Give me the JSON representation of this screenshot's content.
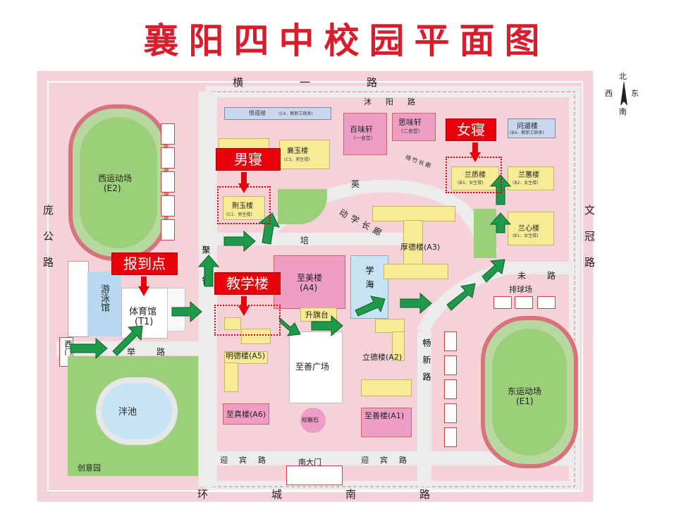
{
  "title": "襄阳四中校园平面图",
  "compass": {
    "north": "北",
    "west": "西",
    "east": "东",
    "south": "南"
  },
  "roads": {
    "top": "横一路",
    "left": "庞公路",
    "right": "文冠路",
    "bottom": "环城南路",
    "muyang": "沐阳路",
    "ying": "英",
    "ju": "举路",
    "ju_side": "聚",
    "pei": "培",
    "dongxue": "动学长廊",
    "chang": "畅新路",
    "wei": "未路",
    "yingbin_left": "迎宾路",
    "yingbin_right": "迎宾路",
    "kuzhu": "绮竹长廊",
    "wei_side": "智"
  },
  "buildings": {
    "west_field": {
      "name": "西运动场",
      "code": "(E2)"
    },
    "east_field": {
      "name": "东运动场",
      "code": "(E1)"
    },
    "swimming": "游泳馆",
    "gym": {
      "name": "体育馆",
      "code": "(T1)"
    },
    "pond": "泮池",
    "chuangyi": "创意园",
    "west_gate": "西门",
    "south_gate": "南大门",
    "xiaohui": "校徽石",
    "jingyuan": {
      "name": "憬遁楼",
      "sub": "(C4、教职工宿舍)"
    },
    "xiangyu": {
      "name": "襄玉楼",
      "sub": "(C3、男生楼)"
    },
    "jingyu": {
      "name": "荆玉楼",
      "sub": "(C1、男生楼)"
    },
    "baiwei": {
      "name": "百味轩",
      "sub": "(一食堂)"
    },
    "siwei": {
      "name": "思味轩",
      "sub": "(二食堂)"
    },
    "wendao": {
      "name": "问道楼",
      "sub": "(B4、教职工宿舍)"
    },
    "lanzhi": {
      "name": "兰质楼",
      "sub": "(B3、女生楼)"
    },
    "lanhui": {
      "name": "兰蕙楼",
      "sub": "(B2、女生楼)"
    },
    "lanxin": {
      "name": "兰心楼",
      "sub": "(B1、女生楼)"
    },
    "zhimei": {
      "name": "至美楼",
      "code": "(A4)"
    },
    "xuehai": "学海",
    "houde": "厚德楼(A3)",
    "shengqi": "升旗台",
    "zhishan_sq": "至善广场",
    "mingde": "明德楼(A5)",
    "zhizhen": "至真楼(A6)",
    "lide": "立德楼(A2)",
    "zhishan": "至善楼(A1)",
    "paiqiu": "排球场"
  },
  "callouts": {
    "registration": "报到点",
    "male_dorm": "男寝",
    "female_dorm": "女寝",
    "teaching": "教学楼"
  },
  "colors": {
    "title": "#d81e2c",
    "ground": "#f4d2d8",
    "road": "#ececec",
    "building_yellow": "#f7ec95",
    "building_pink": "#ee9dc4",
    "field_green": "#9ccf7a",
    "water_blue": "#c7e4f4",
    "arrow_green": "#1f9a4a",
    "callout_red": "#e8000b"
  }
}
